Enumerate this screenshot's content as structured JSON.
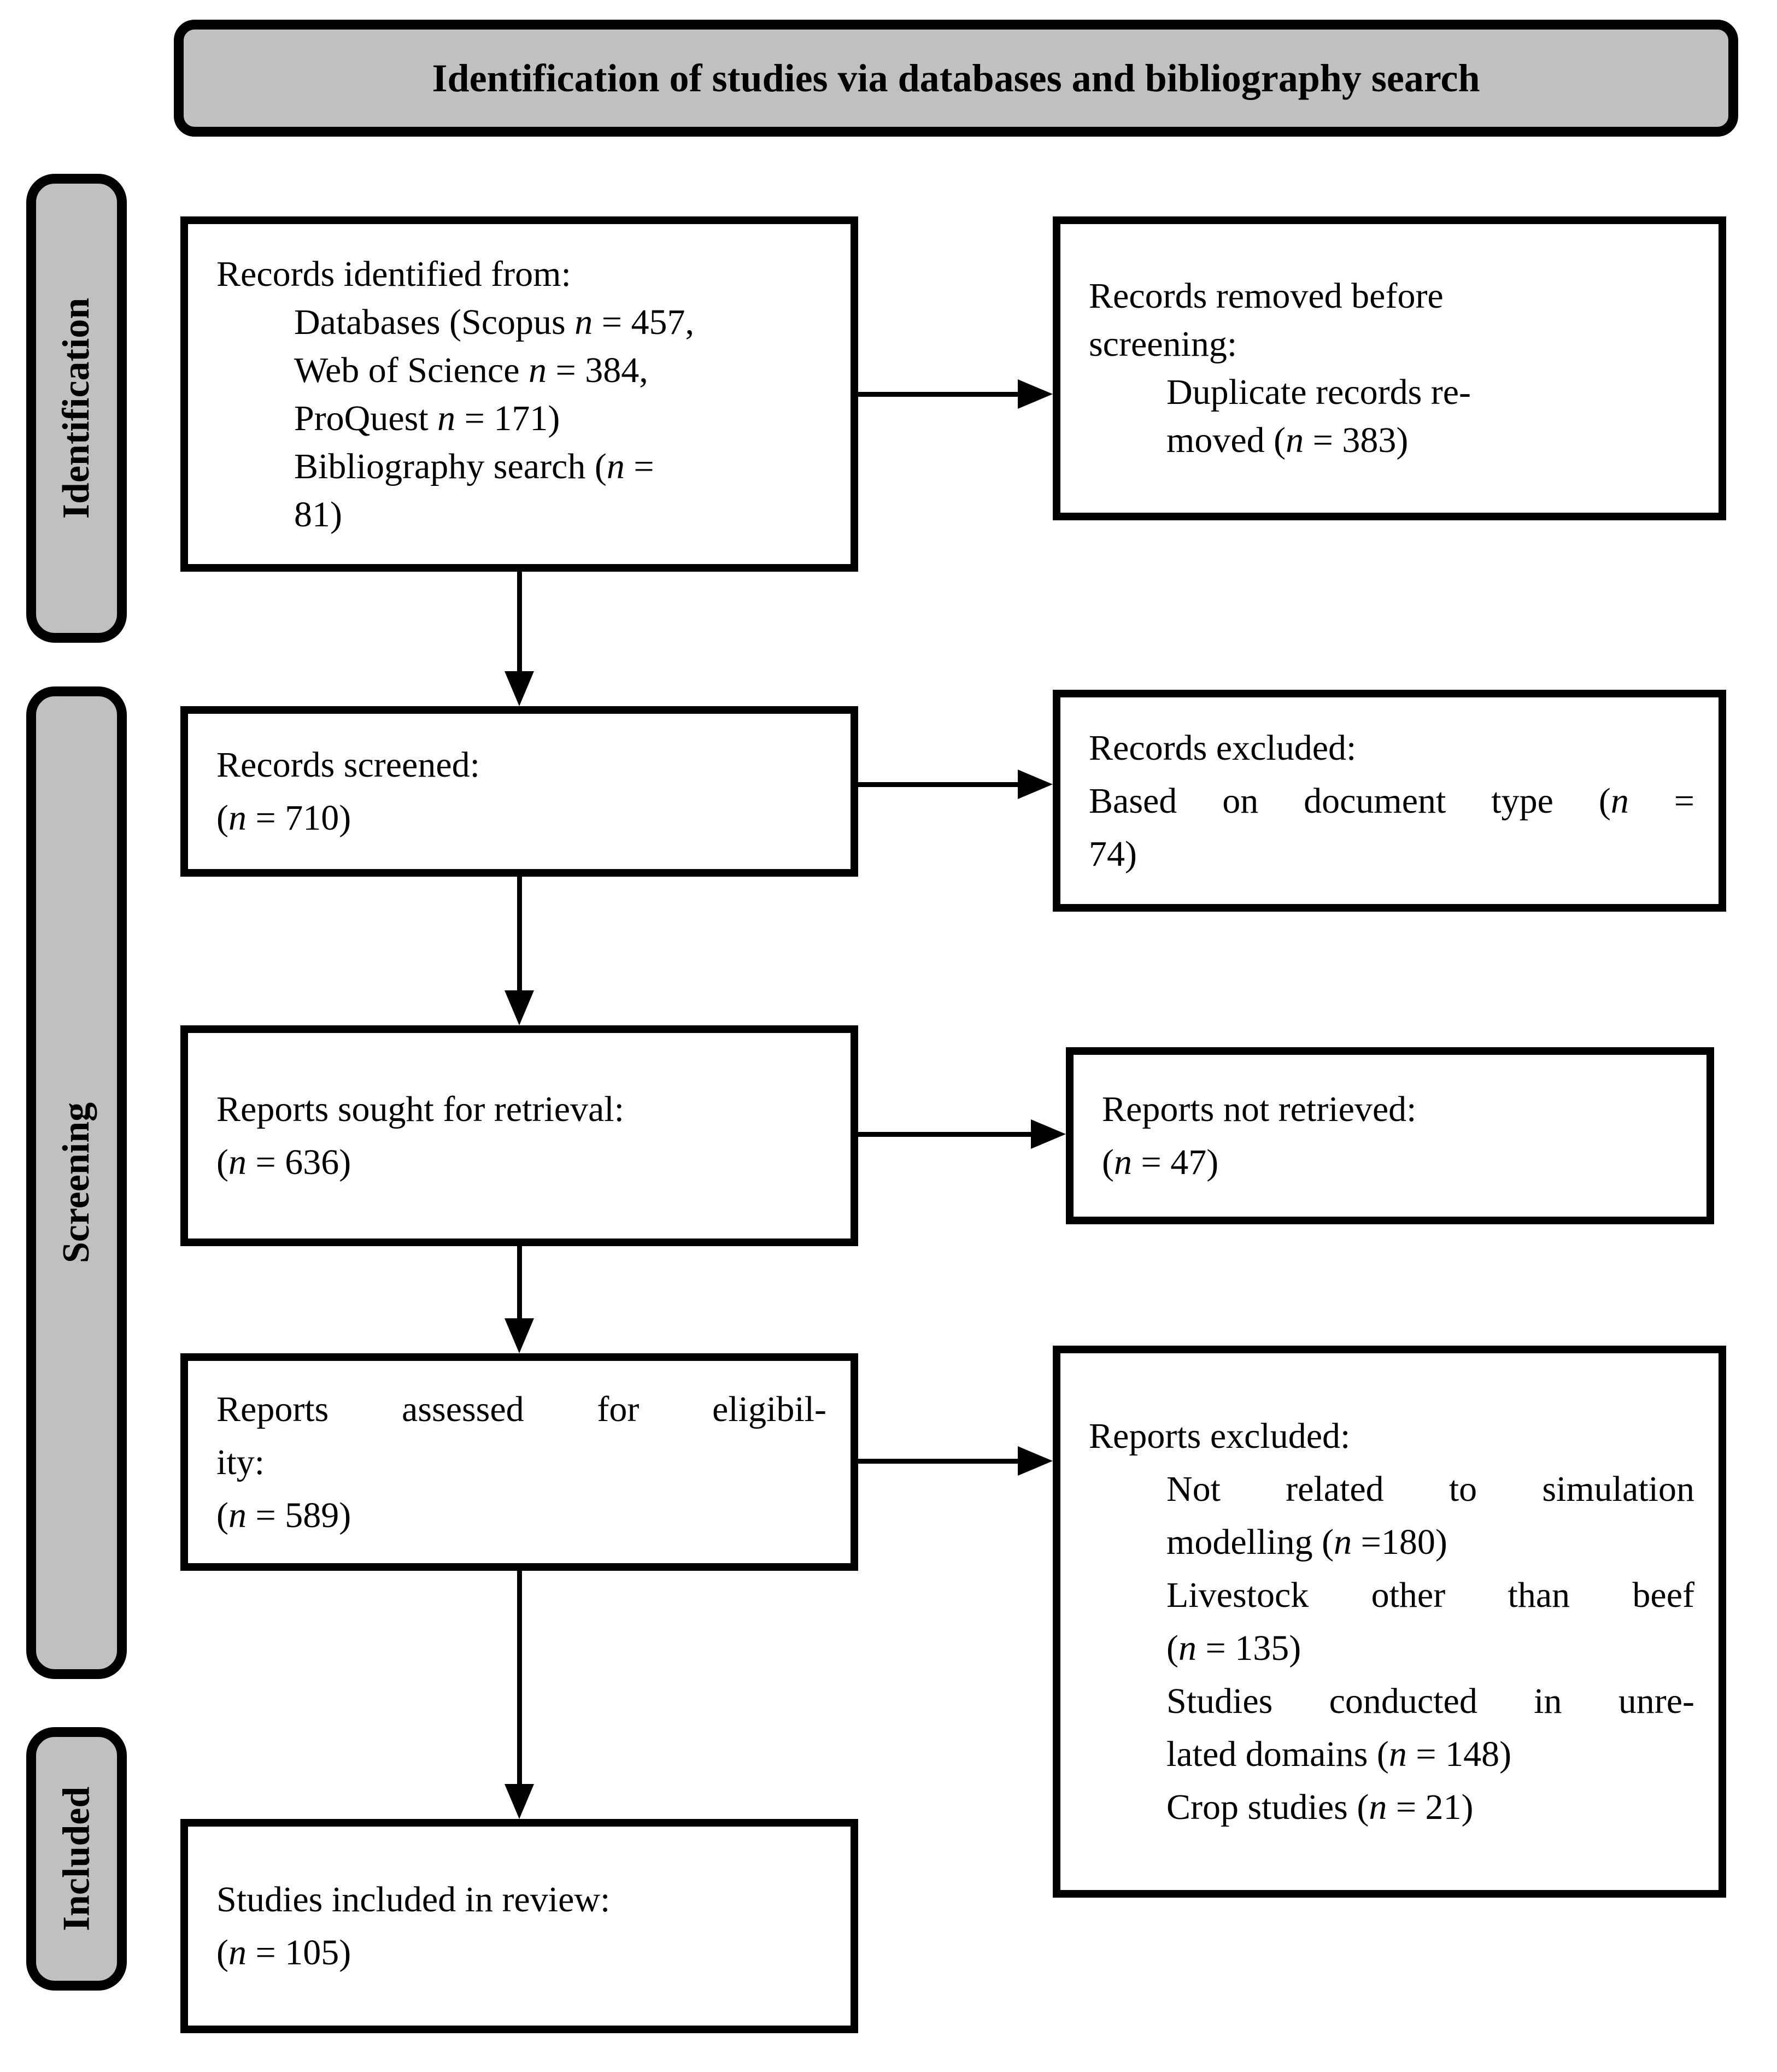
{
  "title": {
    "text": "Identification of studies via databases and bibliography search"
  },
  "sidebar": {
    "stages": [
      {
        "label": "Identification"
      },
      {
        "label": "Screening"
      },
      {
        "label": "Included"
      }
    ]
  },
  "colors": {
    "panel_gray": "#c0c0c0",
    "line_black": "#000000",
    "box_white": "#ffffff"
  },
  "boxes": {
    "records_identified": {
      "lines": [
        {
          "text": "Records identified from:"
        },
        {
          "text": "Databases (Scopus *n* = 457,",
          "indent": true
        },
        {
          "text": "Web of Science *n* = 384,",
          "indent": true
        },
        {
          "text": "ProQuest *n* = 171)",
          "indent": true
        },
        {
          "text": "Bibliography search (*n* =",
          "indent": true
        },
        {
          "text": "81)",
          "indent": true
        }
      ]
    },
    "records_removed": {
      "lines": [
        {
          "text": "Records removed before"
        },
        {
          "text": "screening:"
        },
        {
          "text": "Duplicate records re-",
          "indent": true
        },
        {
          "text": "moved (*n* = 383)",
          "indent": true
        }
      ]
    },
    "records_screened": {
      "lines": [
        {
          "text": "Records screened:"
        },
        {
          "text": "(*n* = 710)"
        }
      ]
    },
    "records_excluded": {
      "lines": [
        {
          "text": "Records excluded:"
        },
        {
          "text": "Based on document type (*n* =",
          "just": true
        },
        {
          "text": "74)"
        }
      ]
    },
    "reports_sought": {
      "lines": [
        {
          "text": "Reports sought for retrieval:"
        },
        {
          "text": "(*n* = 636)"
        }
      ]
    },
    "reports_not_retrieved": {
      "lines": [
        {
          "text": "Reports not retrieved:"
        },
        {
          "text": "(*n* = 47)"
        }
      ]
    },
    "reports_assessed": {
      "lines": [
        {
          "text": "Reports assessed for eligibil-",
          "just": true
        },
        {
          "text": "ity:"
        },
        {
          "text": "(*n* = 589)"
        }
      ]
    },
    "reports_excluded": {
      "lines": [
        {
          "text": "Reports excluded:"
        },
        {
          "text": "Not related to simulation",
          "indent": true,
          "just": true
        },
        {
          "text": "modelling (*n* =180)",
          "indent": true
        },
        {
          "text": "Livestock other than beef",
          "indent": true,
          "just": true
        },
        {
          "text": "(*n* = 135)",
          "indent": true
        },
        {
          "text": "Studies conducted in unre-",
          "indent": true,
          "just": true
        },
        {
          "text": "lated domains (*n* = 148)",
          "indent": true
        },
        {
          "text": "Crop studies (*n* = 21)",
          "indent": true
        }
      ]
    },
    "studies_included": {
      "lines": [
        {
          "text": "Studies included in review:"
        },
        {
          "text": "(*n* = 105)"
        }
      ]
    }
  },
  "flows": [
    {
      "from": "records_identified",
      "to": "records_removed"
    },
    {
      "from": "records_identified",
      "to": "records_screened"
    },
    {
      "from": "records_screened",
      "to": "records_excluded"
    },
    {
      "from": "records_screened",
      "to": "reports_sought"
    },
    {
      "from": "reports_sought",
      "to": "reports_not_retrieved"
    },
    {
      "from": "reports_sought",
      "to": "reports_assessed"
    },
    {
      "from": "reports_assessed",
      "to": "reports_excluded"
    },
    {
      "from": "reports_assessed",
      "to": "studies_included"
    }
  ]
}
